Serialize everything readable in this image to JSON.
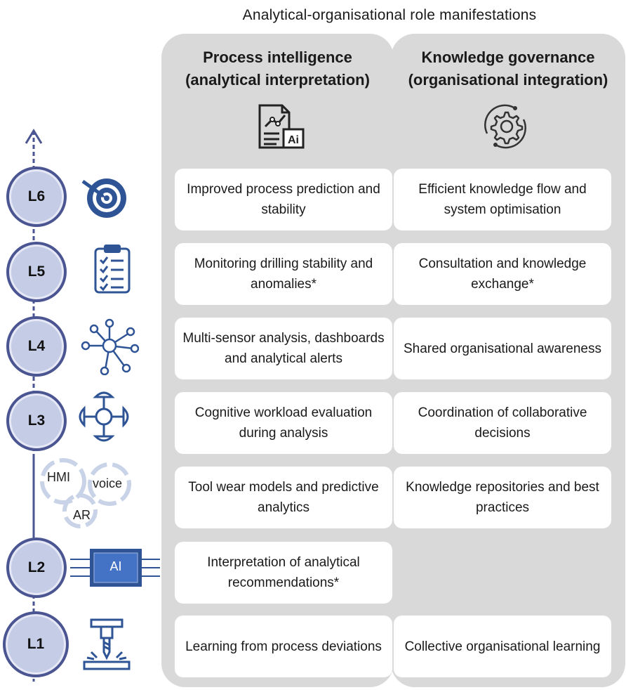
{
  "title": "Analytical-organisational role manifestations",
  "columns": {
    "left": {
      "line1": "Process intelligence",
      "line2": "(analytical interpretation)",
      "icon": "report-ai-icon"
    },
    "right": {
      "line1": "Knowledge governance",
      "line2": "(organisational integration)",
      "icon": "gear-cycle-icon"
    }
  },
  "levels": [
    {
      "label": "L6",
      "icon": "target-icon"
    },
    {
      "label": "L5",
      "icon": "clipboard-checklist-icon"
    },
    {
      "label": "L4",
      "icon": "network-hub-icon"
    },
    {
      "label": "L3",
      "icon": "drone-icon"
    },
    {
      "label": "L2",
      "icon": "ai-chip-icon",
      "chip_text": "AI"
    },
    {
      "label": "L1",
      "icon": "drill-machine-icon"
    }
  ],
  "interfaces": {
    "hmi": "HMI",
    "voice": "voice",
    "ar": "AR"
  },
  "rows": [
    {
      "left": "Improved process prediction and stability",
      "right": "Efficient knowledge flow and system optimisation"
    },
    {
      "left": "Monitoring drilling stability and anomalies*",
      "right": "Consultation and knowledge exchange*"
    },
    {
      "left": "Multi-sensor analysis, dashboards and analytical alerts",
      "right": "Shared organisational awareness"
    },
    {
      "left": "Cognitive workload evaluation during analysis",
      "right": "Coordination of collaborative decisions"
    },
    {
      "left": "Tool wear models and predictive analytics",
      "right": "Knowledge repositories and best practices"
    },
    {
      "left": "Interpretation of analytical recommendations*",
      "right": ""
    },
    {
      "left": "Learning from process deviations",
      "right": "Collective organisational learning"
    }
  ],
  "colors": {
    "axis": "#4a5591",
    "circle_fill": "#c5cce6",
    "icon_blue": "#2f5496",
    "panel": "#d9d9d9"
  }
}
